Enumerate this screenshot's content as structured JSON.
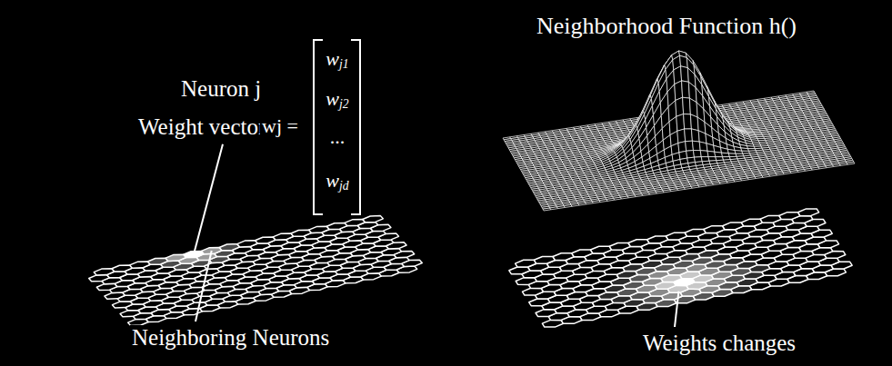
{
  "diagram": {
    "labels": [
      "Neuron j",
      "Weight vector",
      "wj =",
      "wj1",
      "wj2",
      "...",
      "wjd",
      "Neighboring Neurons",
      "Neighborhood Function h()",
      "Weights changes"
    ]
  }
}
